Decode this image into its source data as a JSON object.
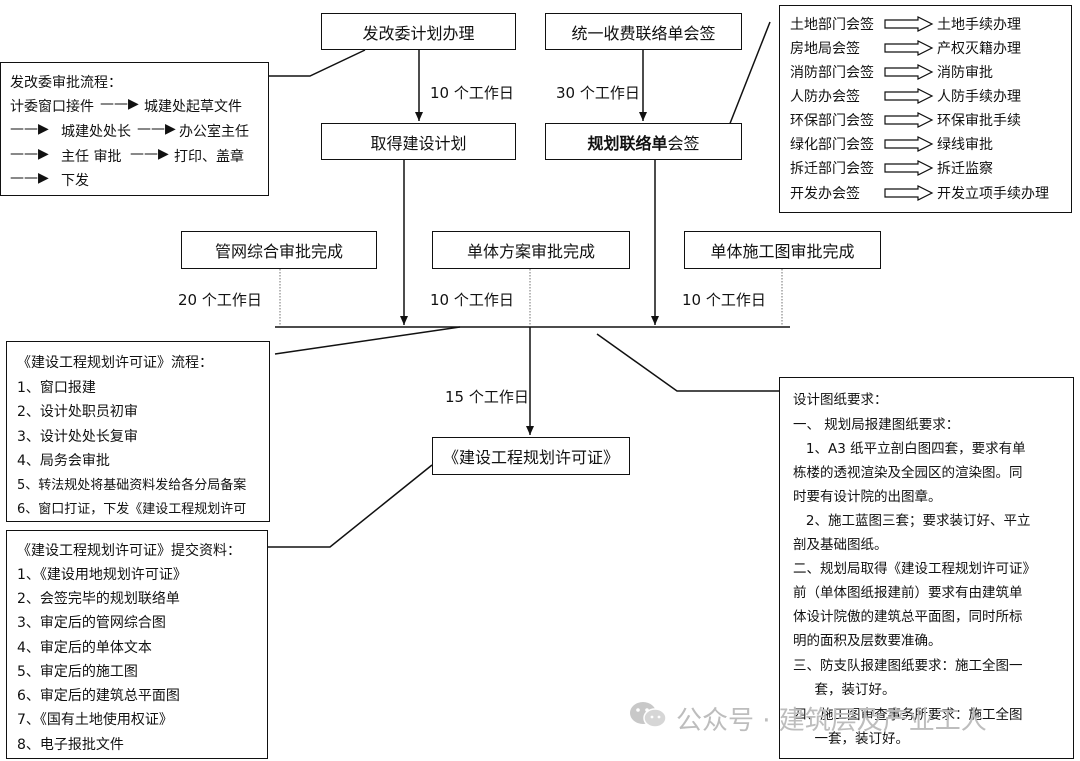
{
  "boxes": {
    "fgw": "发改委计划办理",
    "fee": "统一收费联络单会签",
    "plan": "取得建设计划",
    "sign_bold": "规划联络单",
    "sign_rest": "会签",
    "pipe": "管网综合审批完成",
    "scheme": "单体方案审批完成",
    "construct": "单体施工图审批完成",
    "license": "《建设工程规划许可证》"
  },
  "durations": {
    "d_fgw": "10 个工作日",
    "d_fee": "30 个工作日",
    "d_pipe": "20 个工作日",
    "d_scheme": "10 个工作日",
    "d_construct": "10 个工作日",
    "d_license": "15 个工作日"
  },
  "fgw_panel": {
    "title": "发改委审批流程：",
    "l1a": "计委窗口接件",
    "l1b": "城建处起草文件",
    "l2a": "城建处处长",
    "l2b": "办公室主任",
    "l3a": "主任  审批",
    "l3b": "打印、盖章",
    "l4": "下发"
  },
  "departments": [
    {
      "dept": "土地部门会签",
      "result": "土地手续办理"
    },
    {
      "dept": "房地局会签",
      "result": "产权灭籍办理"
    },
    {
      "dept": "消防部门会签",
      "result": "消防审批"
    },
    {
      "dept": "人防办会签",
      "result": "人防手续办理"
    },
    {
      "dept": "环保部门会签",
      "result": "环保审批手续"
    },
    {
      "dept": "绿化部门会签",
      "result": "绿线审批"
    },
    {
      "dept": "拆迁部门会签",
      "result": "拆迁监察"
    },
    {
      "dept": "开发办会签",
      "result": "开发立项手续办理"
    }
  ],
  "license_flow": {
    "title": "《建设工程规划许可证》流程：",
    "items": [
      "1、窗口报建",
      "2、设计处职员初审",
      "3、设计处处长复审",
      "4、局务会审批",
      "5、转法规处将基础资料发给各分局备案",
      "6、窗口打证，下发《建设工程规划许可"
    ]
  },
  "submit_docs": {
    "title": "《建设工程规划许可证》提交资料：",
    "items": [
      "1、《建设用地规划许可证》",
      "2、会签完毕的规划联络单",
      "3、审定后的管网综合图",
      "4、审定后的单体文本",
      "5、审定后的施工图",
      "6、审定后的建筑总平面图",
      "7、《国有土地使用权证》",
      "8、电子报批文件"
    ]
  },
  "requirements": {
    "title": "设计图纸要求：",
    "lines": [
      "一、  规划局报建图纸要求：",
      "   1、A3 纸平立剖白图四套，要求有单",
      "栋楼的透视渲染及全园区的渲染图。同",
      "时要有设计院的出图章。",
      "   2、施工蓝图三套；要求装订好、平立",
      "剖及基础图纸。",
      "二、规划局取得《建设工程规划许可证》",
      "前（单体图纸报建前）要求有由建筑单",
      "体设计院傲的建筑总平面图，同时所标",
      "明的面积及层数要准确。",
      "三、防支队报建图纸要求：施工全图一",
      "     套，装订好。",
      "四、施工图审查事务所要求：施工全图",
      "     一套，装订好。"
    ]
  },
  "watermark": "公众号 · 建筑层及产业工人"
}
